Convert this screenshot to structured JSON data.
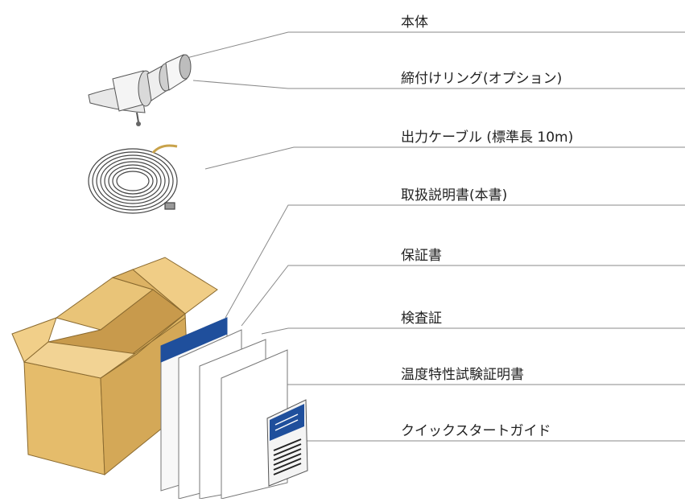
{
  "labels": {
    "body": "本体",
    "ring": "締付けリング(オプション)",
    "cable": "出力ケーブル (標準長 10m)",
    "manual": "取扱説明書(本書)",
    "warranty": "保証書",
    "inspection": "検査証",
    "temp_cert": "温度特性試験証明書",
    "quickstart": "クイックスタートガイド"
  },
  "colors": {
    "box_main": "#e5bc6b",
    "box_dark": "#c79b4e",
    "box_light": "#f1d08c",
    "doc_blue": "#1f4f9c",
    "leader": "#888888"
  },
  "icons": [
    "sensor-body-icon",
    "cable-coil-icon",
    "cardboard-box-icon",
    "document-icon",
    "quickstart-guide-icon"
  ]
}
